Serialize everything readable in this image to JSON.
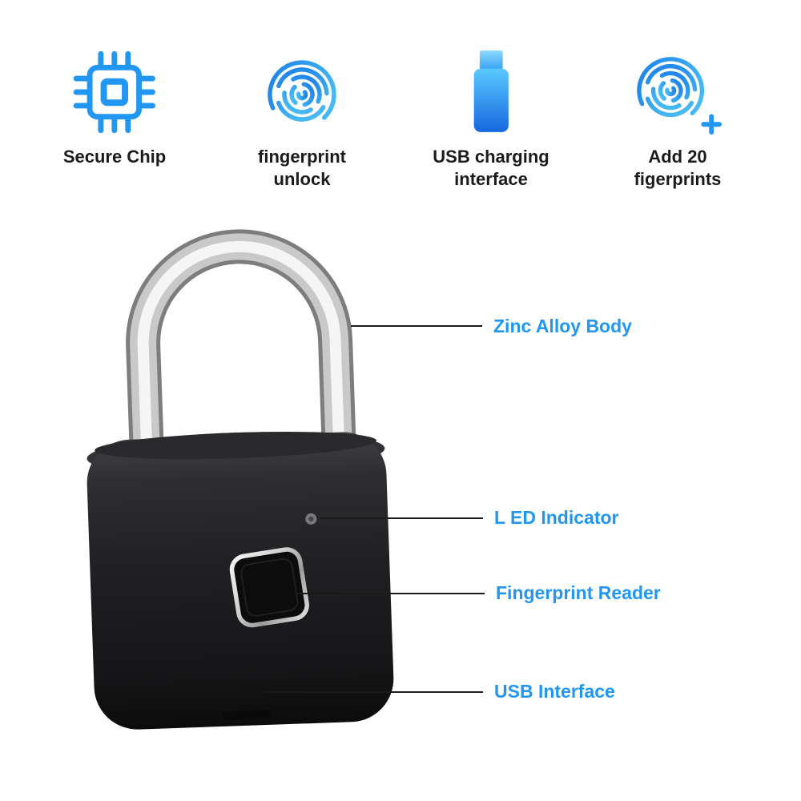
{
  "features": [
    {
      "icon": "chip-icon",
      "line1": "Secure Chip"
    },
    {
      "icon": "fingerprint-icon",
      "line1": "fingerprint",
      "line2": "unlock"
    },
    {
      "icon": "usb-icon",
      "line1": "USB charging",
      "line2": "interface"
    },
    {
      "icon": "fingerprint-add-icon",
      "line1": "Add 20",
      "line2": "figerprints"
    }
  ],
  "callouts": [
    {
      "label": "Zinc Alloy Body",
      "target": "shackle"
    },
    {
      "label": "L ED Indicator",
      "target": "led-indicator"
    },
    {
      "label": "Fingerprint Reader",
      "target": "fingerprint-reader"
    },
    {
      "label": "USB Interface",
      "target": "usb-port"
    }
  ],
  "colors": {
    "accent_blue": "#2196f3",
    "label_text": "#1b1b1b",
    "line_color": "#1a1a1a",
    "lock_body_black": "#141416",
    "chrome_silver": "#d6d6d6"
  }
}
